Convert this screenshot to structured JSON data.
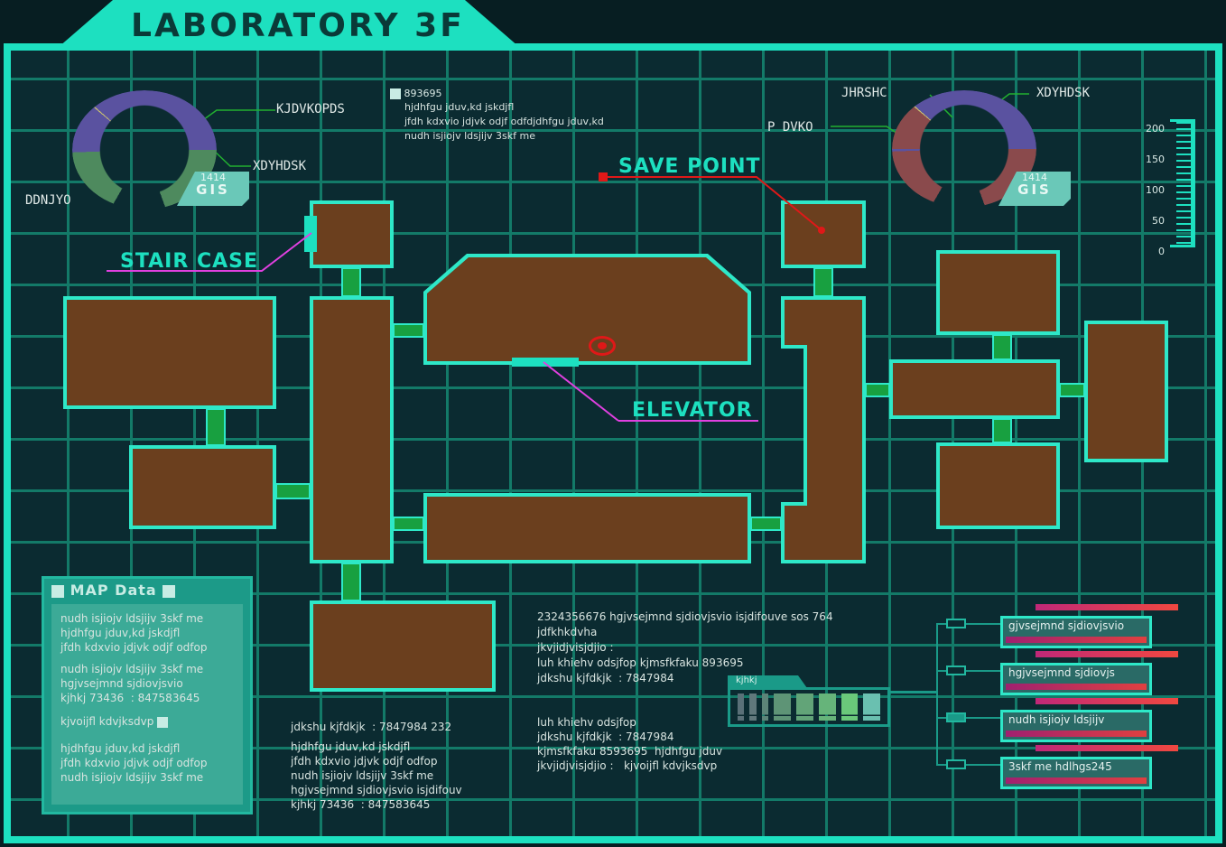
{
  "title": "LABORATORY 3F",
  "donut_left": {
    "label_top": "KJDVKOPDS",
    "label_right": "XDYHDSK",
    "label_bottom": "DDNJYO",
    "badge_num": "1414",
    "badge_text": "GIS",
    "colors": {
      "a": "#5a52a0",
      "b": "#4e8a5e"
    }
  },
  "donut_right": {
    "label_top": "JHRSHC",
    "label_right": "XDYHDSK",
    "label_left": "P DVKO",
    "badge_num": "1414",
    "badge_text": "GIS",
    "colors": {
      "a": "#5a52a0",
      "b": "#8a4a4c"
    }
  },
  "scale": {
    "ticks": [
      "200",
      "150",
      "100",
      "50",
      "0"
    ]
  },
  "top_note": {
    "head": "893695",
    "lines": [
      "hjdhfgu jduv,kd jskdjfl",
      "jfdh kdxvio jdjvk odjf odfdjdhfgu jduv,kd",
      "nudh isjiojv ldsjijv 3skf me"
    ]
  },
  "labels": {
    "stair": "STAIR CASE",
    "save": "SAVE POINT",
    "elevator": "ELEVATOR"
  },
  "map_data": {
    "title": "MAP Data",
    "lines": [
      "nudh isjiojv ldsjijv 3skf me",
      "hjdhfgu jduv,kd jskdjfl",
      "jfdh kdxvio jdjvk odjf odfop",
      "nudh isjiojv ldsjijv 3skf me",
      "hgjvsejmnd sjdiovjsvio",
      "kjhkj 73436  : 847583645",
      "kjvoijfl kdvjksdvp",
      "hjdhfgu jduv,kd jskdjfl",
      "jfdh kdxvio jdjvk odjf odfop",
      "nudh isjiojv ldsjijv 3skf me"
    ]
  },
  "notes": {
    "bottom_left": [
      "jdkshu kjfdkjk  : 7847984 232",
      "hjdhfgu jduv,kd jskdjfl",
      "jfdh kdxvio jdjvk odjf odfop",
      "nudh isjiojv ldsjijv 3skf me",
      "hgjvsejmnd sjdiovjsvio isjdifouv",
      "kjhkj 73436  : 847583645"
    ],
    "center_top": [
      "2324356676 hgjvsejmnd sjdiovjsvio isjdifouve sos 764",
      "jdfkhkdvha",
      "jkvjidjvisjdjio :",
      "luh khiehv odsjfop kjmsfkfaku 893695",
      "jdkshu kjfdkjk  : 7847984"
    ],
    "center_bottom": [
      "luh khiehv odsjfop",
      "jdkshu kjfdkjk  : 7847984",
      "kjmsfkfaku 8593695  hjdhfgu jduv",
      "jkvjidjvisjdjio :   kjvoijfl kdvjksdvp"
    ]
  },
  "level_meter": {
    "label": "kjhkj",
    "bars": 8
  },
  "legend": [
    {
      "label": "gjvsejmnd sjdiovjsvio"
    },
    {
      "label": "hgjvsejmnd sjdiovjs"
    },
    {
      "label": "nudh isjiojv ldsjijv"
    },
    {
      "label": "3skf me  hdlhgs245"
    }
  ]
}
